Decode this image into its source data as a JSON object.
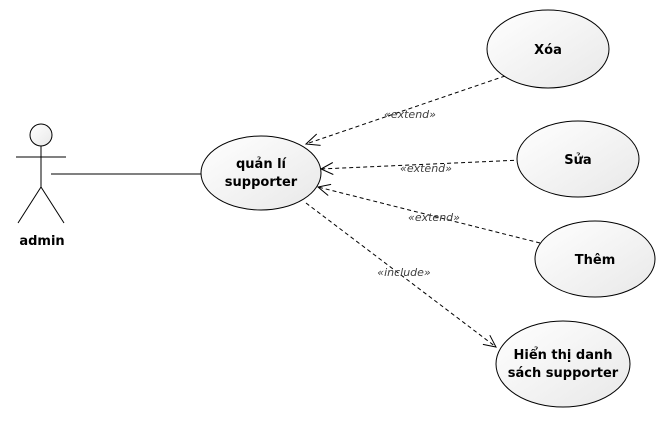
{
  "actors": [
    {
      "id": "admin",
      "label": "admin"
    }
  ],
  "usecases": [
    {
      "id": "manage",
      "lines": [
        "quản lí",
        "supporter"
      ]
    },
    {
      "id": "delete",
      "lines": [
        "Xóa"
      ]
    },
    {
      "id": "edit",
      "lines": [
        "Sửa"
      ]
    },
    {
      "id": "add",
      "lines": [
        "Thêm"
      ]
    },
    {
      "id": "list",
      "lines": [
        "Hiển thị danh",
        "sách supporter"
      ]
    }
  ],
  "relations": [
    {
      "type": "association",
      "from": "admin",
      "to": "manage"
    },
    {
      "type": "extend",
      "from": "delete",
      "to": "manage",
      "label": "«extend»"
    },
    {
      "type": "extend",
      "from": "edit",
      "to": "manage",
      "label": "«extend»"
    },
    {
      "type": "extend",
      "from": "add",
      "to": "manage",
      "label": "«extend»"
    },
    {
      "type": "include",
      "from": "manage",
      "to": "list",
      "label": "«include»"
    }
  ]
}
